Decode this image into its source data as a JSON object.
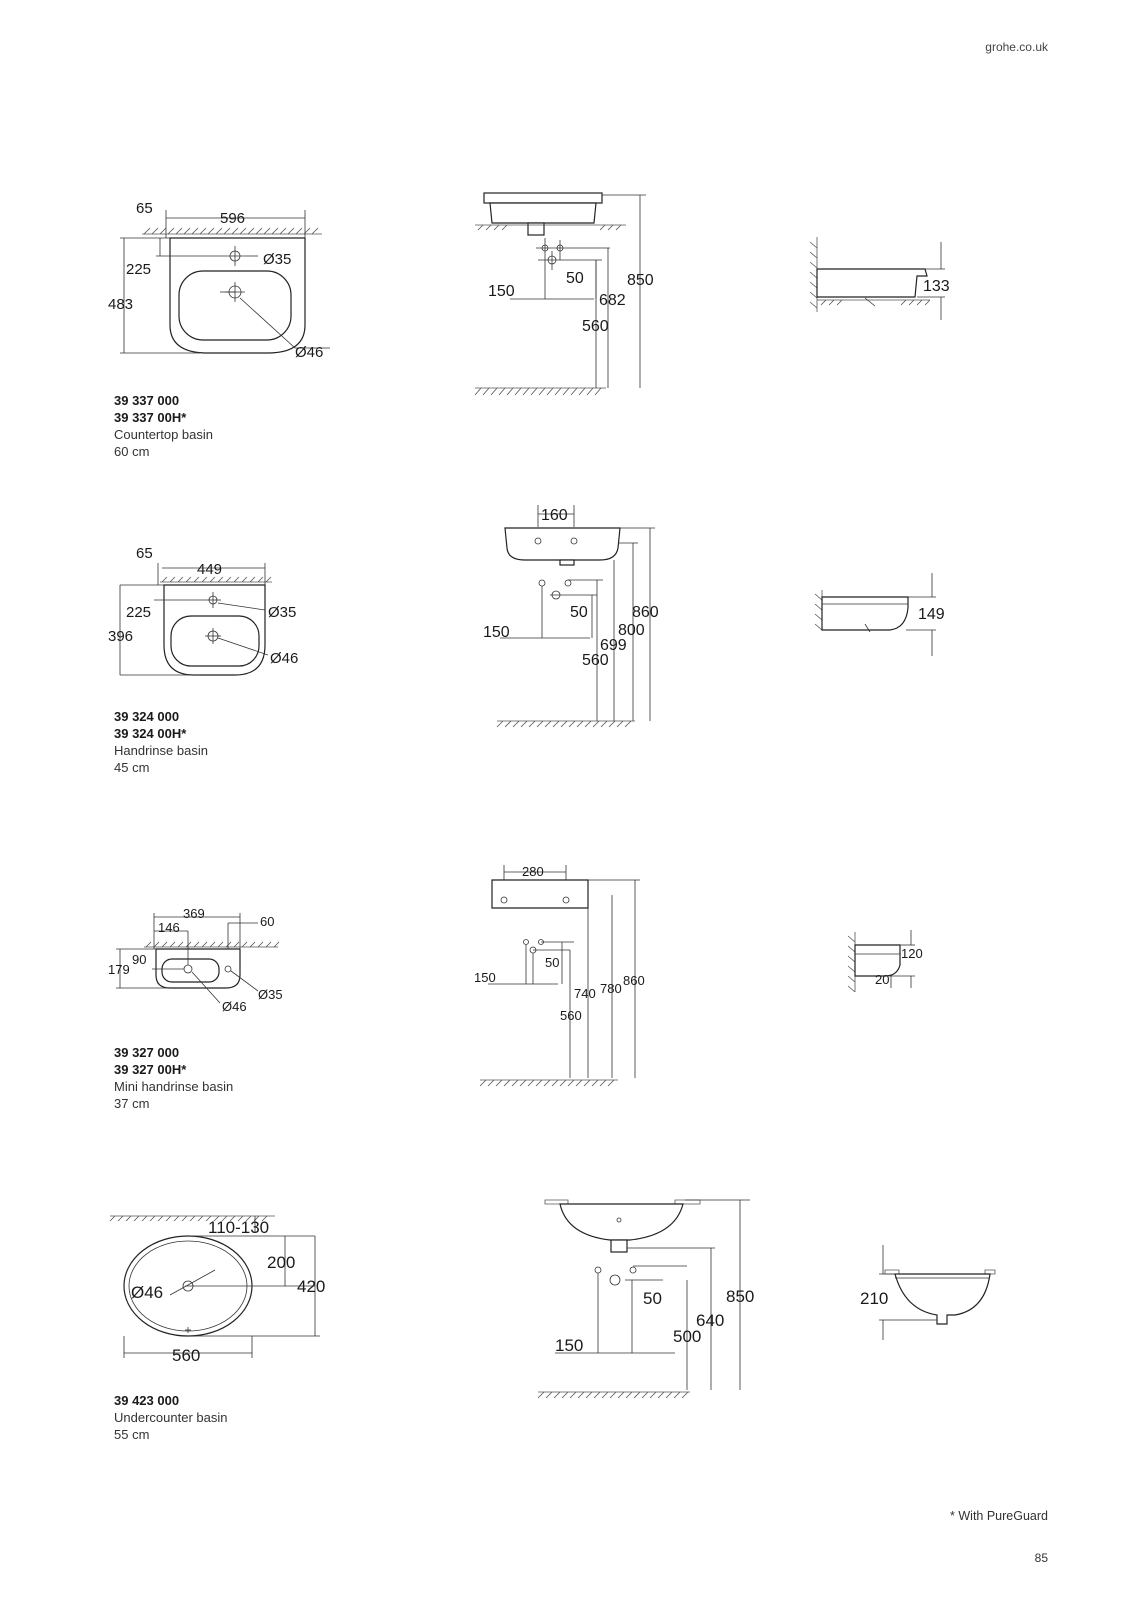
{
  "header": {
    "site": "grohe.co.uk"
  },
  "products": [
    {
      "codes": [
        "39 337 000",
        "39 337 00H*"
      ],
      "name": "Countertop basin",
      "size": "60 cm",
      "plan_dims": {
        "offset": "65",
        "width": "596",
        "tap_to_wall": "225",
        "depth": "483",
        "tap_hole": "Ø35",
        "waste": "Ø46"
      },
      "front_dims": {
        "trap_offset": "150",
        "trap_drop": "50",
        "rim_height": "850",
        "waste_height": "682",
        "trap_height": "560"
      },
      "side_dims": {
        "height": "133"
      }
    },
    {
      "codes": [
        "39 324 000",
        "39 324 00H*"
      ],
      "name": "Handrinse basin",
      "size": "45 cm",
      "plan_dims": {
        "offset": "65",
        "width": "449",
        "tap_to_wall": "225",
        "depth": "396",
        "tap_hole": "Ø35",
        "waste": "Ø46"
      },
      "front_dims": {
        "fixing": "160",
        "trap_offset": "150",
        "trap_drop": "50",
        "rim_height": "860",
        "base_height": "800",
        "waste_height": "699",
        "trap_height": "560"
      },
      "side_dims": {
        "height": "149"
      }
    },
    {
      "codes": [
        "39 327 000",
        "39 327 00H*"
      ],
      "name": "Mini handrinse basin",
      "size": "37 cm",
      "plan_dims": {
        "width": "369",
        "waste_offset": "146",
        "wall_offset": "60",
        "tap_to_wall": "90",
        "depth": "179",
        "tap_hole": "Ø35",
        "waste": "Ø46"
      },
      "front_dims": {
        "fixing": "280",
        "trap_offset": "150",
        "trap_drop": "50",
        "waste_height": "740",
        "base_height": "780",
        "rim_height": "860",
        "trap_height": "560"
      },
      "side_dims": {
        "height": "120",
        "offset": "20"
      }
    },
    {
      "codes": [
        "39 423 000"
      ],
      "name": "Undercounter basin",
      "size": "55 cm",
      "plan_dims": {
        "counter": "110-130",
        "tap_to_centre": "200",
        "depth": "420",
        "waste": "Ø46",
        "width": "560"
      },
      "front_dims": {
        "trap_offset": "150",
        "trap_drop": "50",
        "rim_height": "850",
        "waste_height": "640",
        "trap_height": "500"
      },
      "side_dims": {
        "height": "210"
      }
    }
  ],
  "footer": {
    "note": "* With PureGuard",
    "page": "85"
  }
}
